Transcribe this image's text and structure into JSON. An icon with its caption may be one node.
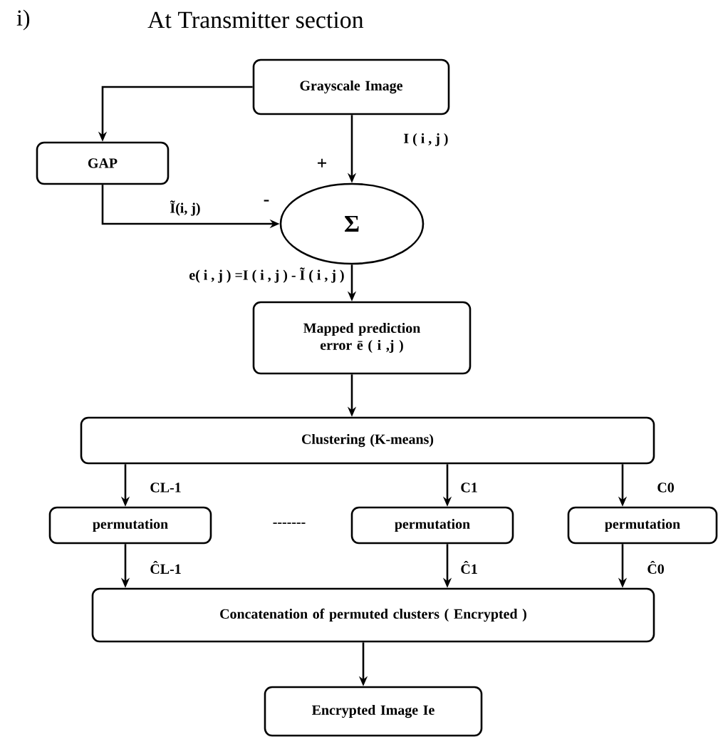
{
  "diagram": {
    "title": "At Transmitter section",
    "nodes": [
      {
        "text": [
          "Grayscale Image"
        ]
      },
      {
        "text": [
          "GAP"
        ]
      },
      {
        "text": [
          "Σ"
        ]
      },
      {
        "text": [
          "Mapped prediction error ē ( i ,j )"
        ]
      },
      {
        "text": [
          "Clustering (K-means)"
        ]
      },
      {
        "text": [
          "permutation"
        ]
      },
      {
        "text": [
          "permutation"
        ]
      },
      {
        "text": [
          "permutation"
        ]
      },
      {
        "text": [
          "Concatenation of permuted clusters ( Encrypted )"
        ]
      },
      {
        "text": [
          "Encrypted Image Ie"
        ]
      }
    ],
    "edges": [
      {
        "from": 0,
        "to": 1,
        "arrow": "to"
      },
      {
        "from": 0,
        "to": 2,
        "arrow": "to",
        "label": "I ( i , j )"
      },
      {
        "from": 1,
        "to": 2,
        "arrow": "to",
        "label": "Ĩ(i, j)"
      },
      {
        "from": 2,
        "to": 3,
        "arrow": "to",
        "label": "e( i , j ) =I ( i , j ) - Ĩ ( i , j )"
      },
      {
        "from": 3,
        "to": 4,
        "arrow": "to"
      },
      {
        "from": 4,
        "to": 5,
        "arrow": "to",
        "label": "CL-1"
      },
      {
        "from": 4,
        "to": 6,
        "arrow": "to",
        "label": "C1"
      },
      {
        "from": 4,
        "to": 7,
        "arrow": "to",
        "label": "C0"
      },
      {
        "from": 5,
        "to": 8,
        "arrow": "to",
        "label": "ĈL-1"
      },
      {
        "from": 6,
        "to": 8,
        "arrow": "to",
        "label": "Ĉ1"
      },
      {
        "from": 7,
        "to": 8,
        "arrow": "to",
        "label": "Ĉ0"
      },
      {
        "from": 8,
        "to": 9,
        "arrow": "to"
      }
    ],
    "labels": [
      "i)",
      "+",
      "-",
      "-------"
    ]
  }
}
